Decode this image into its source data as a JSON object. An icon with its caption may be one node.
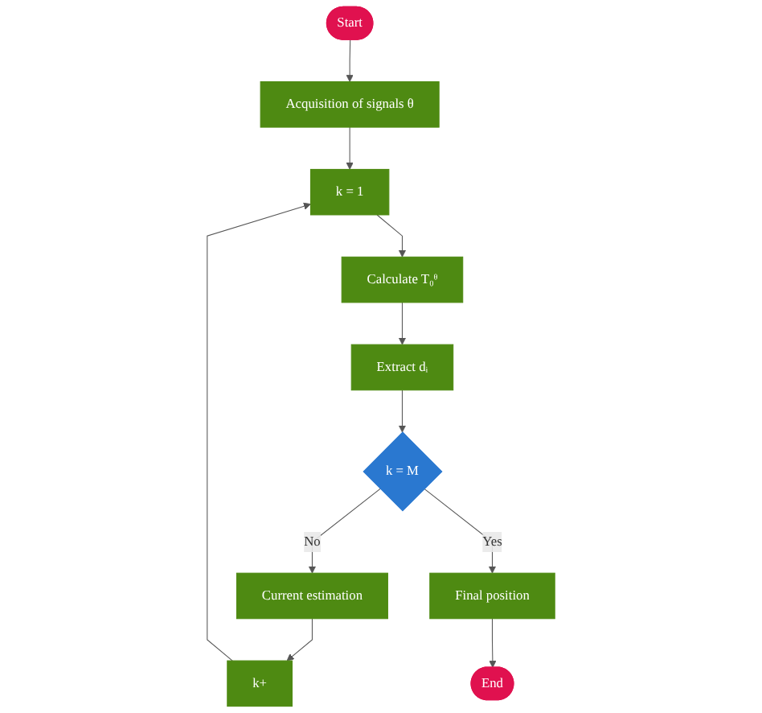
{
  "diagram": {
    "nodes": [
      {
        "text": [
          "Start"
        ]
      },
      {
        "text": [
          "Acquisition of signals θ"
        ]
      },
      {
        "text": [
          "k = 1"
        ]
      },
      {
        "text": [
          "Calculate T₀ᶿ"
        ]
      },
      {
        "text": [
          "Extract dᵢ"
        ]
      },
      {
        "text": [
          "k = M"
        ]
      },
      {
        "text": [
          "Current estimation"
        ]
      },
      {
        "text": [
          "k+"
        ]
      },
      {
        "text": [
          "Final position"
        ]
      },
      {
        "text": [
          "End"
        ]
      }
    ],
    "edges": [
      {
        "from": 0,
        "to": 1,
        "arrow": "to"
      },
      {
        "from": 1,
        "to": 2,
        "arrow": "to"
      },
      {
        "from": 2,
        "to": 3,
        "arrow": "to"
      },
      {
        "from": 3,
        "to": 4,
        "arrow": "to"
      },
      {
        "from": 4,
        "to": 5,
        "arrow": "to"
      },
      {
        "from": 5,
        "to": 6,
        "arrow": "to",
        "label": "No"
      },
      {
        "from": 6,
        "to": 7,
        "arrow": "to"
      },
      {
        "from": 7,
        "to": 2,
        "arrow": "to"
      },
      {
        "from": 5,
        "to": 8,
        "arrow": "to",
        "label": "Yes"
      },
      {
        "from": 8,
        "to": 9,
        "arrow": "to"
      }
    ]
  }
}
